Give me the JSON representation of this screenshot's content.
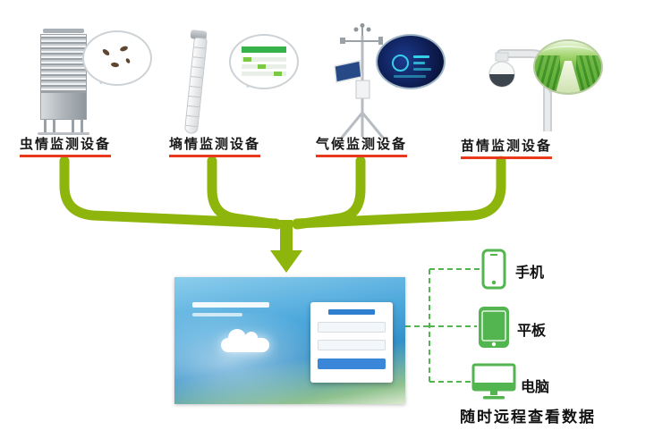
{
  "diagram": {
    "devices": [
      {
        "id": "insect",
        "label": "虫情监测设备",
        "icon": "insect-trap-device",
        "bubble": "insects-photo-bubble"
      },
      {
        "id": "soil",
        "label": "墒情监测设备",
        "icon": "soil-moisture-probe-device",
        "bubble": "green-dashboard-bubble"
      },
      {
        "id": "climate",
        "label": "气候监测设备",
        "icon": "weather-station-device",
        "bubble": "dark-dashboard-bubble"
      },
      {
        "id": "seedling",
        "label": "苗情监测设备",
        "icon": "dome-camera-device",
        "bubble": "greenhouse-photo-bubble"
      }
    ],
    "platform": {
      "description_icon": "cloud-platform-screenshot",
      "elements": [
        "slogan-text-lines",
        "cloud-graphic",
        "login-panel"
      ]
    },
    "terminals": [
      {
        "id": "phone",
        "label": "手机",
        "icon": "smartphone-icon"
      },
      {
        "id": "tablet",
        "label": "平板",
        "icon": "tablet-icon"
      },
      {
        "id": "computer",
        "label": "电脑",
        "icon": "desktop-computer-icon"
      }
    ],
    "footer_note": "随时远程查看数据",
    "colors": {
      "arrow_green": "#8EB50C",
      "terminal_green": "#52B54F",
      "underline_red": "#E8391D",
      "platform_blue": "#3390C9"
    }
  }
}
